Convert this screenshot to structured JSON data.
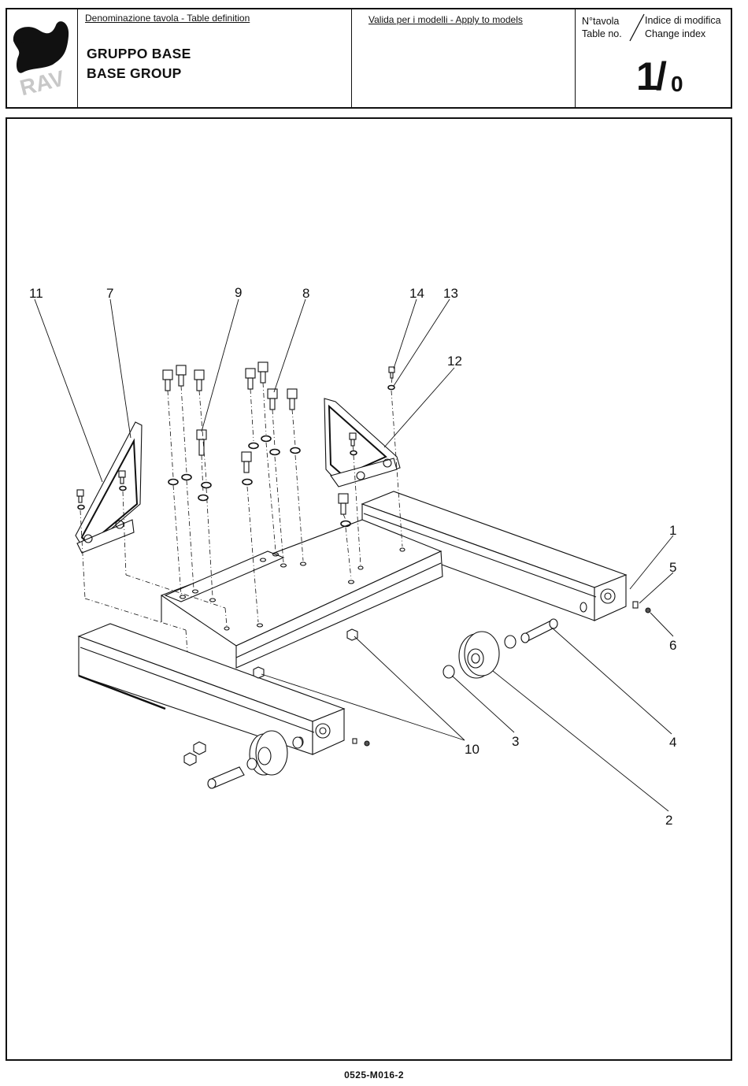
{
  "header": {
    "definition_label": "Denominazione tavola - Table definition",
    "title_it": "GRUPPO BASE",
    "title_en": "BASE GROUP",
    "models_label": "Valida per i modelli - Apply to models",
    "table_no_it": "N°tavola",
    "table_no_en": "Table no.",
    "change_index_it": "Indice di modifica",
    "change_index_en": "Change index",
    "table_number": "1",
    "change_index": "0",
    "logo_text": "RAV"
  },
  "callouts": [
    "1",
    "2",
    "3",
    "4",
    "5",
    "6",
    "7",
    "8",
    "9",
    "10",
    "11",
    "12",
    "13",
    "14"
  ],
  "footer": {
    "document_code": "0525-M016-2"
  }
}
